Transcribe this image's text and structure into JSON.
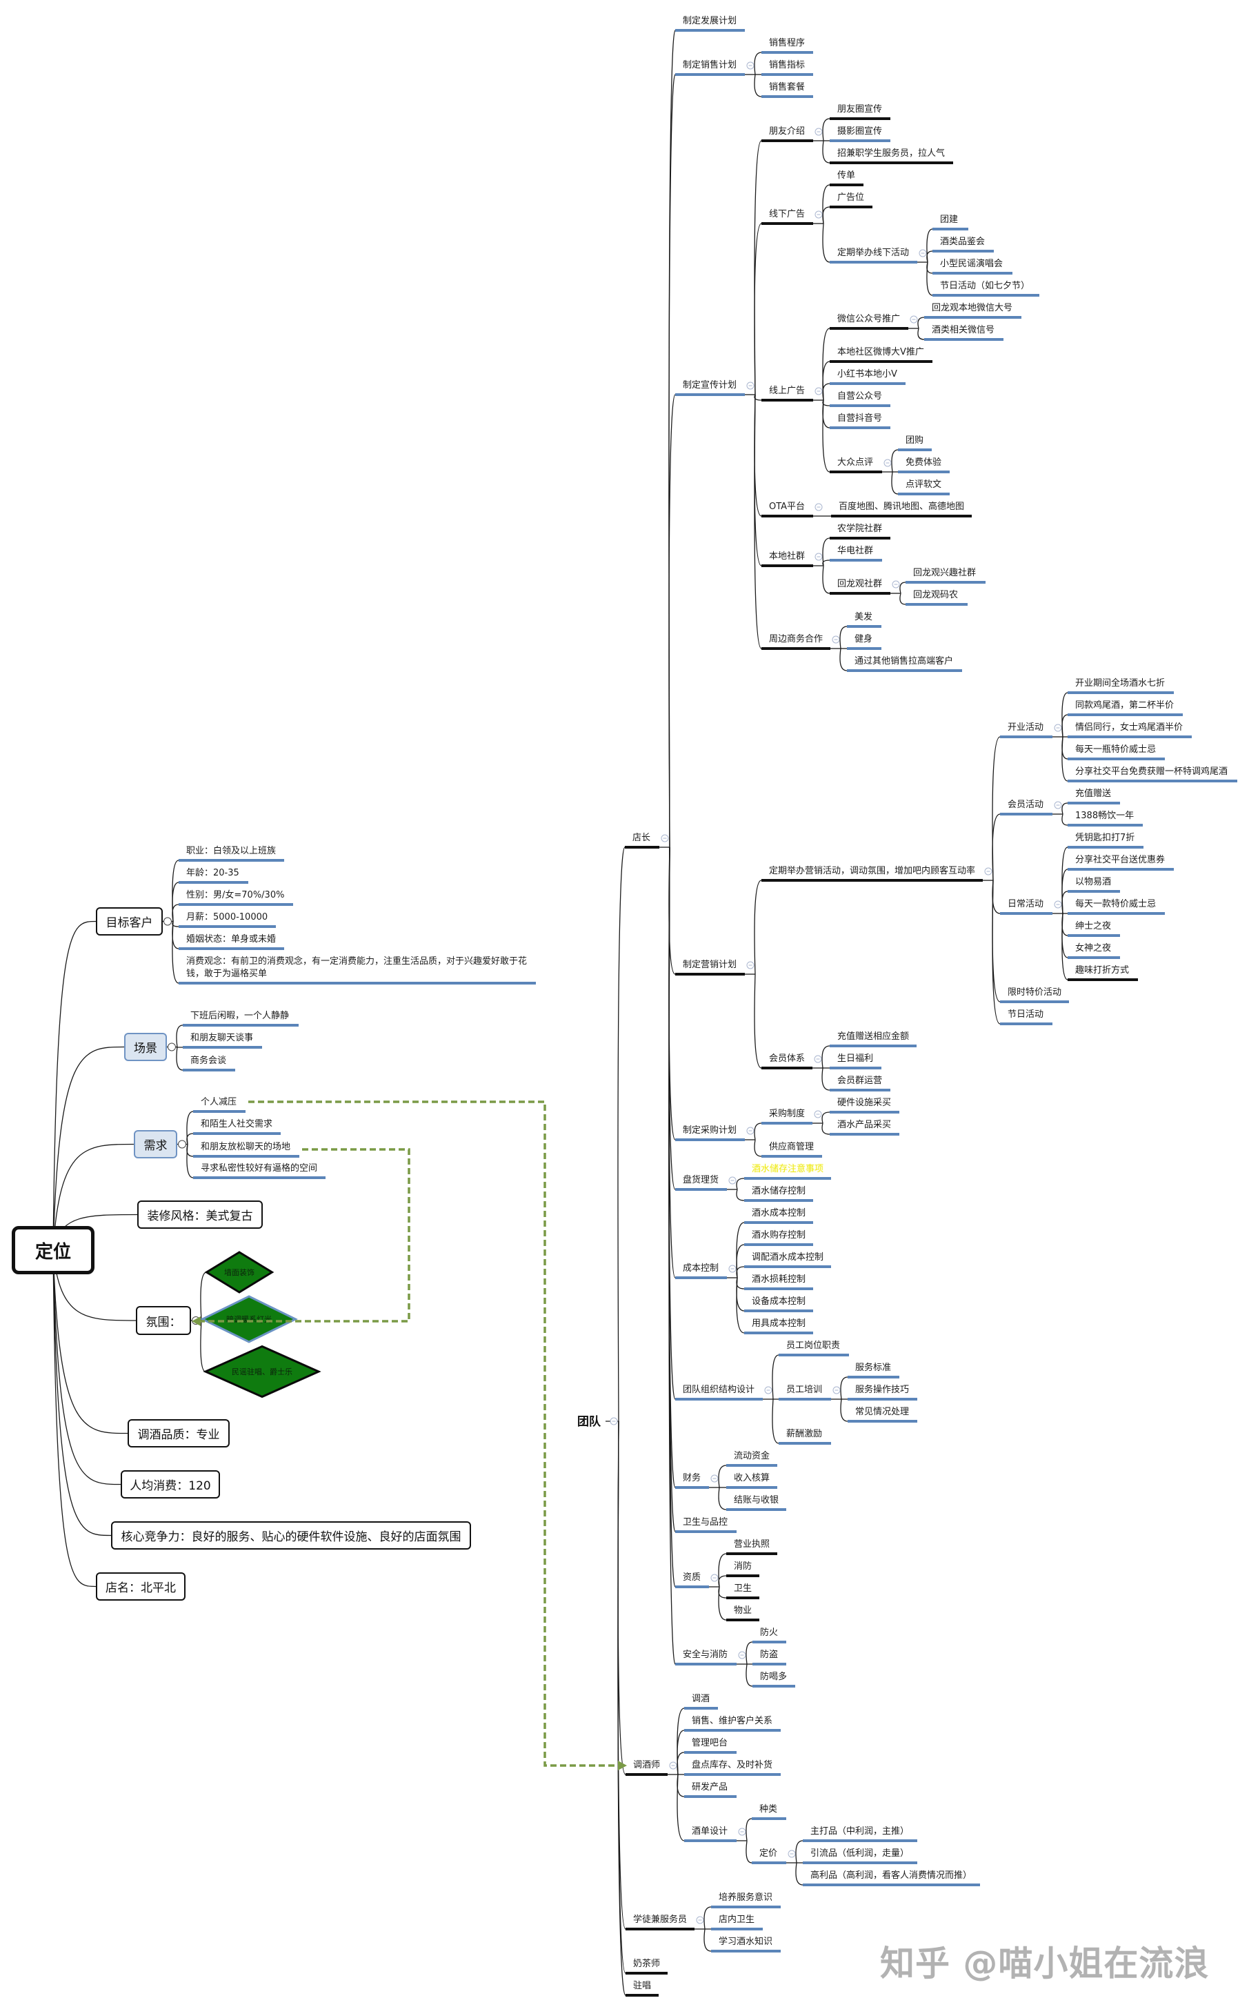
{
  "colors": {
    "underline_blue": "#5b85b9",
    "underline_black": "#111111",
    "connector": "#1a1a1a",
    "relation_dashed": "#7a9a46",
    "diamond_fill": "#0f7b0f",
    "diamond_border_black": "#0a0a0a",
    "diamond_border_blue": "#6b93c4",
    "accent_box_fill": "#dbe5f1",
    "accent_box_border": "#6f93c3",
    "highlight_text": "#eeea1c",
    "collapse_icon": "#aab6cf",
    "watermark": "#b2b2b2"
  },
  "left_map": {
    "root_label": "定位",
    "branches": [
      {
        "label": "目标客户",
        "style": "plain",
        "children": [
          {
            "label": "职业：白领及以上班族"
          },
          {
            "label": "年龄：20-35"
          },
          {
            "label": "性别：男/女=70%/30%"
          },
          {
            "label": "月薪：5000-10000"
          },
          {
            "label": "婚姻状态：单身或未婚"
          },
          {
            "label": "消费观念：有前卫的消费观念，有一定消费能力，注重生活品质，对于兴趣爱好敢于花钱，敢于为逼格买单"
          }
        ]
      },
      {
        "label": "场景",
        "style": "accent",
        "children": [
          {
            "label": "下班后闲暇，一个人静静"
          },
          {
            "label": "和朋友聊天谈事"
          },
          {
            "label": "商务会谈"
          }
        ]
      },
      {
        "label": "需求",
        "style": "accent",
        "children": [
          {
            "label": "个人减压"
          },
          {
            "label": "和陌生人社交需求"
          },
          {
            "label": "和朋友放松聊天的场地"
          },
          {
            "label": "寻求私密性较好有逼格的空间"
          }
        ]
      },
      {
        "label": "装修风格：美式复古",
        "style": "plain"
      },
      {
        "label": "氛围：",
        "style": "plain",
        "children": [
          {
            "label": "墙面装饰",
            "shape": "diamond",
            "border": "black"
          },
          {
            "label": "暗调暖系灯光",
            "shape": "diamond",
            "border": "blue"
          },
          {
            "label": "民谣驻唱、爵士乐",
            "shape": "diamond",
            "border": "black"
          }
        ]
      },
      {
        "label": "调酒品质：专业",
        "style": "plain"
      },
      {
        "label": "人均消费：120",
        "style": "plain"
      },
      {
        "label": "核心竞争力：良好的服务、贴心的硬件软件设施、良好的店面氛围",
        "style": "plain"
      },
      {
        "label": "店名：北平北",
        "style": "plain"
      }
    ]
  },
  "right_map": {
    "root_label": "团队",
    "children": [
      {
        "label": "店长",
        "line": "black",
        "children": [
          {
            "label": "制定发展计划"
          },
          {
            "label": "制定销售计划",
            "children": [
              {
                "label": "销售程序"
              },
              {
                "label": "销售指标"
              },
              {
                "label": "销售套餐"
              }
            ]
          },
          {
            "label": "制定宣传计划",
            "children": [
              {
                "label": "朋友介绍",
                "line": "black",
                "children": [
                  {
                    "label": "朋友圈宣传",
                    "line": "black"
                  },
                  {
                    "label": "摄影圈宣传"
                  },
                  {
                    "label": "招兼职学生服务员，拉人气",
                    "line": "black"
                  }
                ]
              },
              {
                "label": "线下广告",
                "line": "black",
                "children": [
                  {
                    "label": "传单",
                    "line": "black"
                  },
                  {
                    "label": "广告位",
                    "line": "black"
                  },
                  {
                    "label": "定期举办线下活动",
                    "children": [
                      {
                        "label": "团建"
                      },
                      {
                        "label": "酒类品鉴会"
                      },
                      {
                        "label": "小型民谣演唱会"
                      },
                      {
                        "label": "节日活动（如七夕节）"
                      }
                    ]
                  }
                ]
              },
              {
                "label": "线上广告",
                "line": "black",
                "children": [
                  {
                    "label": "微信公众号推广",
                    "line": "black",
                    "children": [
                      {
                        "label": "回龙观本地微信大号"
                      },
                      {
                        "label": "酒类相关微信号"
                      }
                    ]
                  },
                  {
                    "label": "本地社区微博大V推广",
                    "line": "black"
                  },
                  {
                    "label": "小红书本地小V"
                  },
                  {
                    "label": "自营公众号"
                  },
                  {
                    "label": "自营抖音号"
                  },
                  {
                    "label": "大众点评",
                    "line": "black",
                    "children": [
                      {
                        "label": "团购"
                      },
                      {
                        "label": "免费体验"
                      },
                      {
                        "label": "点评软文"
                      }
                    ]
                  }
                ]
              },
              {
                "label": "OTA平台",
                "line": "black",
                "children": [
                  {
                    "label": "百度地图、腾讯地图、高德地图",
                    "line": "black"
                  }
                ]
              },
              {
                "label": "本地社群",
                "line": "black",
                "children": [
                  {
                    "label": "农学院社群",
                    "line": "black"
                  },
                  {
                    "label": "华电社群"
                  },
                  {
                    "label": "回龙观社群",
                    "line": "black",
                    "children": [
                      {
                        "label": "回龙观兴趣社群"
                      },
                      {
                        "label": "回龙观码农"
                      }
                    ]
                  }
                ]
              },
              {
                "label": "周边商务合作",
                "line": "black",
                "children": [
                  {
                    "label": "美发"
                  },
                  {
                    "label": "健身"
                  },
                  {
                    "label": "通过其他销售拉高端客户"
                  }
                ]
              }
            ]
          },
          {
            "label": "制定营销计划",
            "line": "black",
            "children": [
              {
                "label": "定期举办营销活动，调动氛围，增加吧内顾客互动率",
                "line": "black",
                "children": [
                  {
                    "label": "开业活动",
                    "children": [
                      {
                        "label": "开业期间全场酒水七折"
                      },
                      {
                        "label": "同款鸡尾酒，第二杯半价"
                      },
                      {
                        "label": "情侣同行，女士鸡尾酒半价"
                      },
                      {
                        "label": "每天一瓶特价威士忌"
                      },
                      {
                        "label": "分享社交平台免费获赠一杯特调鸡尾酒"
                      }
                    ]
                  },
                  {
                    "label": "会员活动",
                    "children": [
                      {
                        "label": "充值赠送"
                      },
                      {
                        "label": "1388畅饮一年"
                      }
                    ]
                  },
                  {
                    "label": "日常活动",
                    "children": [
                      {
                        "label": "凭钥匙扣打7折"
                      },
                      {
                        "label": "分享社交平台送优惠券"
                      },
                      {
                        "label": "以物易酒"
                      },
                      {
                        "label": "每天一款特价威士忌"
                      },
                      {
                        "label": "绅士之夜"
                      },
                      {
                        "label": "女神之夜"
                      },
                      {
                        "label": "趣味打折方式",
                        "line": "black"
                      }
                    ]
                  },
                  {
                    "label": "限时特价活动"
                  },
                  {
                    "label": "节日活动"
                  }
                ]
              },
              {
                "label": "会员体系",
                "line": "black",
                "children": [
                  {
                    "label": "充值赠送相应金额"
                  },
                  {
                    "label": "生日福利"
                  },
                  {
                    "label": "会员群运营"
                  }
                ]
              }
            ]
          },
          {
            "label": "制定采购计划",
            "children": [
              {
                "label": "采购制度",
                "children": [
                  {
                    "label": "硬件设施采买"
                  },
                  {
                    "label": "酒水产品采买"
                  }
                ]
              },
              {
                "label": "供应商管理"
              }
            ]
          },
          {
            "label": "盘货理货",
            "children": [
              {
                "label": "酒水储存注意事项",
                "text": "highlight"
              },
              {
                "label": "酒水储存控制"
              }
            ]
          },
          {
            "label": "成本控制",
            "children": [
              {
                "label": "酒水成本控制"
              },
              {
                "label": "酒水购存控制"
              },
              {
                "label": "调配酒水成本控制"
              },
              {
                "label": "酒水损耗控制"
              },
              {
                "label": "设备成本控制"
              },
              {
                "label": "用具成本控制"
              }
            ]
          },
          {
            "label": "团队组织结构设计",
            "children": [
              {
                "label": "员工岗位职责"
              },
              {
                "label": "员工培训",
                "children": [
                  {
                    "label": "服务标准"
                  },
                  {
                    "label": "服务操作技巧"
                  },
                  {
                    "label": "常见情况处理"
                  }
                ]
              },
              {
                "label": "薪酬激励"
              }
            ]
          },
          {
            "label": "财务",
            "children": [
              {
                "label": "流动资金"
              },
              {
                "label": "收入核算"
              },
              {
                "label": "结账与收银"
              }
            ]
          },
          {
            "label": "卫生与品控"
          },
          {
            "label": "资质",
            "children": [
              {
                "label": "营业执照",
                "line": "black"
              },
              {
                "label": "消防",
                "line": "black"
              },
              {
                "label": "卫生",
                "line": "black"
              },
              {
                "label": "物业",
                "line": "black"
              }
            ]
          },
          {
            "label": "安全与消防",
            "children": [
              {
                "label": "防火"
              },
              {
                "label": "防盗"
              },
              {
                "label": "防喝多"
              }
            ]
          }
        ]
      },
      {
        "label": "调酒师",
        "line": "black",
        "children": [
          {
            "label": "调酒"
          },
          {
            "label": "销售、维护客户关系"
          },
          {
            "label": "管理吧台"
          },
          {
            "label": "盘点库存、及时补货"
          },
          {
            "label": "研发产品"
          },
          {
            "label": "酒单设计",
            "children": [
              {
                "label": "种类"
              },
              {
                "label": "定价",
                "children": [
                  {
                    "label": "主打品（中利润，主推）"
                  },
                  {
                    "label": "引流品（低利润，走量）"
                  },
                  {
                    "label": "高利品（高利润，看客人消费情况而推）"
                  }
                ]
              }
            ]
          }
        ]
      },
      {
        "label": "学徒兼服务员",
        "line": "black",
        "children": [
          {
            "label": "培养服务意识"
          },
          {
            "label": "店内卫生"
          },
          {
            "label": "学习酒水知识"
          }
        ]
      },
      {
        "label": "奶茶师",
        "line": "black"
      },
      {
        "label": "驻唱",
        "line": "black"
      }
    ]
  },
  "relationships": [
    {
      "from": "个人减压",
      "to": "调酒师",
      "style": "dashed-arrow"
    },
    {
      "from": "和朋友放松聊天的场地",
      "to": "氛围：",
      "style": "dashed-arrow"
    }
  ],
  "watermark": "知乎 @喵小姐在流浪"
}
